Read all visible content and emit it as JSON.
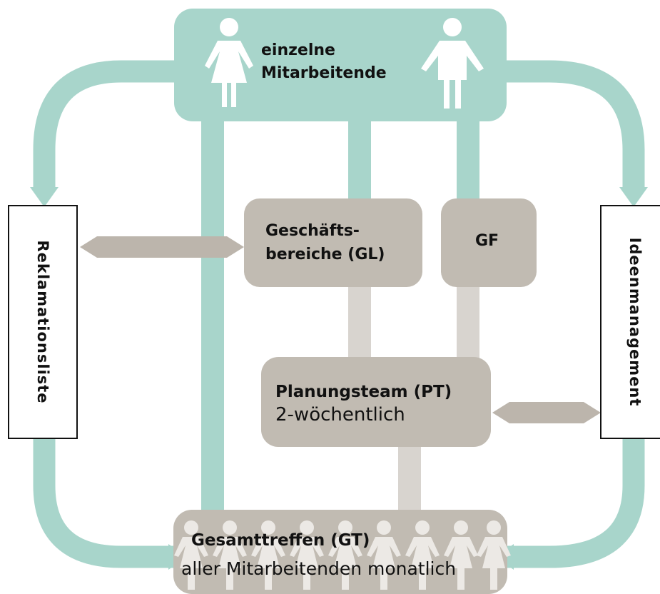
{
  "top_node": {
    "line1": "einzelne",
    "line2": "Mitarbeitende"
  },
  "gl_node": {
    "line1": "Geschäfts-",
    "line2": "bereiche (GL)"
  },
  "gf_node": {
    "label": "GF"
  },
  "pt_node": {
    "title": "Planungsteam (PT)",
    "subtitle": "2-wöchentlich"
  },
  "gt_node": {
    "title": "Gesamttreffen (GT)",
    "subtitle": "aller Mitarbeitenden monatlich"
  },
  "left_box": {
    "label": "Reklamationsliste"
  },
  "right_box": {
    "label": "Ideenmanagement"
  },
  "colors": {
    "teal": "#a8d5cb",
    "gray": "#c1bbb2",
    "light_gray": "#d8d4cf",
    "arrow_gray": "#bcb5ac"
  },
  "icons": [
    "woman-icon",
    "man-icon",
    "people-chain-icon"
  ]
}
